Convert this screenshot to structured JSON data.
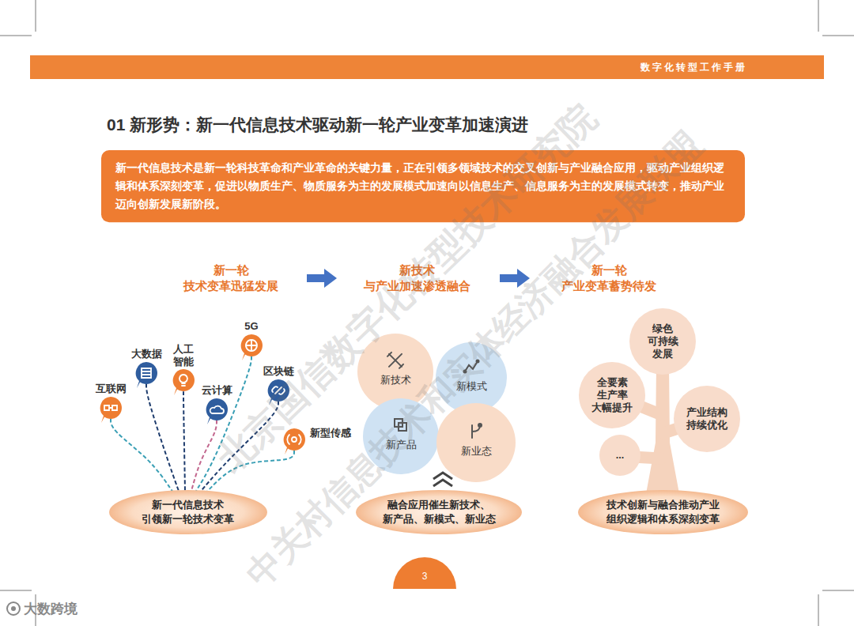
{
  "diagram": {
    "title": "01 新形势：新一代信息技术驱动新一轮产业变革加速演进",
    "nodes": [
      {
        "text": [
          "数字化转型工作手册"
        ]
      },
      {
        "text": [
          "新一代信息技术是新一轮科技革命和产业革命的关键力量，正在引领多领域技术的交叉创新与产业融合应用，驱动产业组织逻辑和体系深刻变革，促进以物质生产、物质服务为主的发展模式加速向以信息生产、信息服务为主的发展模式转变，推动产业迈向创新发展新阶段。"
        ]
      },
      {
        "text": [
          "互联网"
        ]
      },
      {
        "text": [
          "大数据"
        ]
      },
      {
        "text": [
          "人工 智能"
        ]
      },
      {
        "text": [
          "5G"
        ]
      },
      {
        "text": [
          "云计算"
        ]
      },
      {
        "text": [
          "区块链"
        ]
      },
      {
        "text": [
          "新型传感"
        ]
      },
      {
        "text": [
          "新一代信息技术 引领新一轮技术变革"
        ]
      },
      {
        "text": [
          "新技术"
        ]
      },
      {
        "text": [
          "新模式"
        ]
      },
      {
        "text": [
          "新产品"
        ]
      },
      {
        "text": [
          "新业态"
        ]
      },
      {
        "text": [
          "融合应用催生新技术、 新产品、新模式、新业态"
        ]
      },
      {
        "text": [
          "绿色 可持续 发展"
        ]
      },
      {
        "text": [
          "全要素 生产率 大幅提升"
        ]
      },
      {
        "text": [
          "产业结构 持续优化"
        ]
      },
      {
        "text": [
          "..."
        ]
      },
      {
        "text": [
          "技术创新与融合推动产业 组织逻辑和体系深刻变革"
        ]
      },
      {
        "text": [
          "3"
        ]
      }
    ],
    "edges": [
      {
        "from": 2,
        "to": 9,
        "arrow": "none"
      },
      {
        "from": 3,
        "to": 9,
        "arrow": "none"
      },
      {
        "from": 4,
        "to": 9,
        "arrow": "none"
      },
      {
        "from": 5,
        "to": 9,
        "arrow": "none"
      },
      {
        "from": 6,
        "to": 9,
        "arrow": "none"
      },
      {
        "from": 7,
        "to": 9,
        "arrow": "none"
      },
      {
        "from": 8,
        "to": 9,
        "arrow": "none"
      }
    ],
    "labels": [
      "新一轮 技术变革迅猛发展",
      "新技术 与产业加速渗透融合",
      "新一轮 产业变革蓄势待发",
      "北京国信数字化转型技术研究院",
      "中关村信息技术和实体经济融合发展联盟",
      "大数跨境"
    ]
  }
}
